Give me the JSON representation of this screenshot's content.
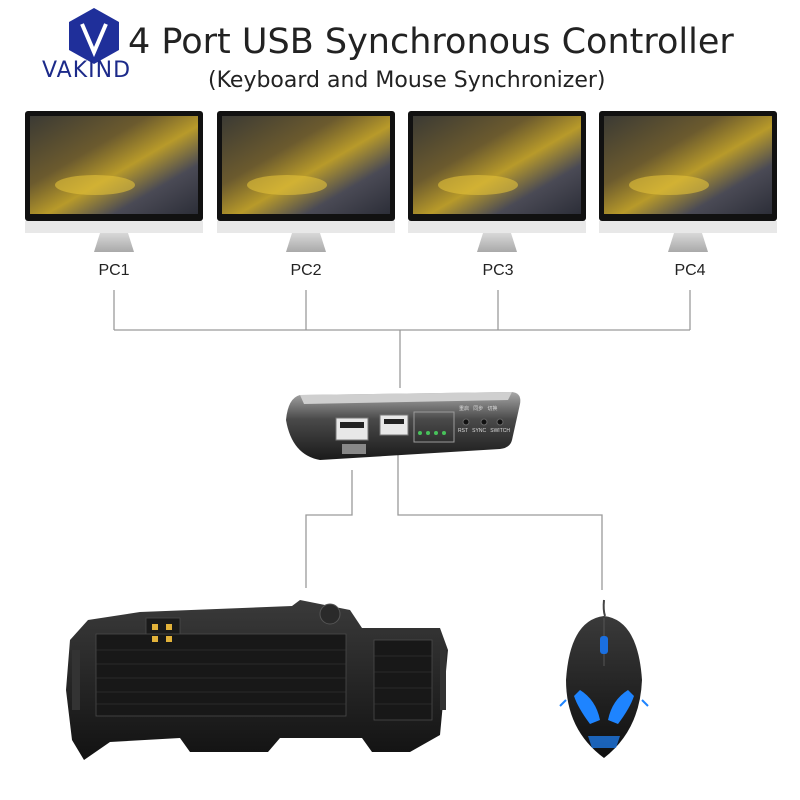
{
  "brand": {
    "name": "VAKIND",
    "color": "#1c2a8a"
  },
  "header": {
    "title": "4 Port USB Synchronous Controller",
    "subtitle": "(Keyboard and Mouse Synchronizer)"
  },
  "monitors": [
    {
      "label": "PC1"
    },
    {
      "label": "PC2"
    },
    {
      "label": "PC3"
    },
    {
      "label": "PC4"
    }
  ],
  "device": {
    "top_labels": [
      "重启",
      "同步",
      "切换"
    ],
    "button_labels": [
      "RST",
      "SYNC",
      "SWITCH"
    ]
  },
  "peripherals": {
    "keyboard": "keyboard-image",
    "mouse": "mouse-image"
  }
}
